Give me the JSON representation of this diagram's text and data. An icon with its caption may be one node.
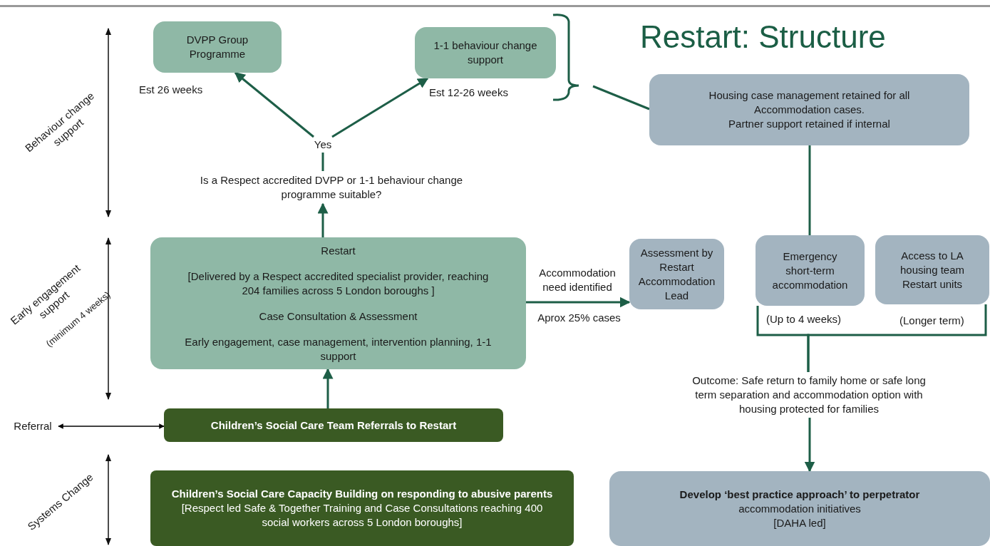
{
  "diagram": {
    "title": "Restart: Structure",
    "nodes": [
      {
        "text": [
          "DVPP  Group Programme"
        ],
        "beside": [
          "Est 26 weeks"
        ]
      },
      {
        "text": [
          "1-1 behaviour change support"
        ],
        "beside": [
          "Est 12-26 weeks"
        ]
      },
      {
        "text": [
          "Yes"
        ]
      },
      {
        "text": [
          "Is a Respect accredited DVPP or 1-1 behaviour change programme suitable?"
        ]
      },
      {
        "text": [
          "Restart",
          "[Delivered by a Respect accredited specialist provider, reaching 204 families across 5 London boroughs ]",
          "Case Consultation & Assessment",
          "Early engagement, case management, intervention planning, 1-1 support"
        ]
      },
      {
        "text": [
          "Housing case management retained for all Accommodation cases.",
          "Partner support retained if internal"
        ]
      },
      {
        "text": [
          "Assessment by Restart Accommodation Lead"
        ]
      },
      {
        "text": [
          "Emergency short-term accommodation"
        ],
        "beside": [
          "(Up to 4 weeks)"
        ]
      },
      {
        "text": [
          "Access to LA housing team Restart units"
        ],
        "beside": [
          "(Longer term)"
        ]
      },
      {
        "text": [
          "Outcome: Safe return to family home or safe long term separation and accommodation option with housing protected for families"
        ]
      },
      {
        "text": [
          "Children’s Social Care Team Referrals to Restart"
        ]
      },
      {
        "text": [
          "Referral"
        ]
      },
      {
        "text": [
          "Children’s Social Care Capacity Building on responding to abusive parents",
          "[Respect led Safe & Together Training and Case Consultations reaching 400 social workers across 5 London boroughs]"
        ]
      },
      {
        "text": [
          "**Develop ‘best practice approach’ to perpetrator** accommodation initiatives",
          "[DAHA led]"
        ]
      }
    ],
    "edges": [
      {
        "from": 4,
        "to": 3,
        "arrow": "to"
      },
      {
        "from": 3,
        "to": 2,
        "arrow": "none"
      },
      {
        "from": 2,
        "to": 0,
        "arrow": "to"
      },
      {
        "from": 2,
        "to": 1,
        "arrow": "to"
      },
      {
        "from": 10,
        "to": 4,
        "arrow": "to"
      },
      {
        "from": 4,
        "to": 6,
        "arrow": "to",
        "label": "Accommodation need identified"
      },
      {
        "from": null,
        "to": 5,
        "arrow": "none"
      },
      {
        "from": 5,
        "to": 7,
        "arrow": "none"
      },
      {
        "from": 7,
        "to": 9,
        "arrow": "none"
      },
      {
        "from": 8,
        "to": 9,
        "arrow": "none"
      },
      {
        "from": 9,
        "to": 13,
        "arrow": "to"
      },
      {
        "from": 11,
        "to": 10,
        "arrow": "both",
        "color": "#000000"
      }
    ],
    "labels": [
      "Behaviour change support",
      "Early engagement support",
      "(minimum 4 weeks)",
      "Aprox 25% cases",
      "Systems Change"
    ]
  }
}
